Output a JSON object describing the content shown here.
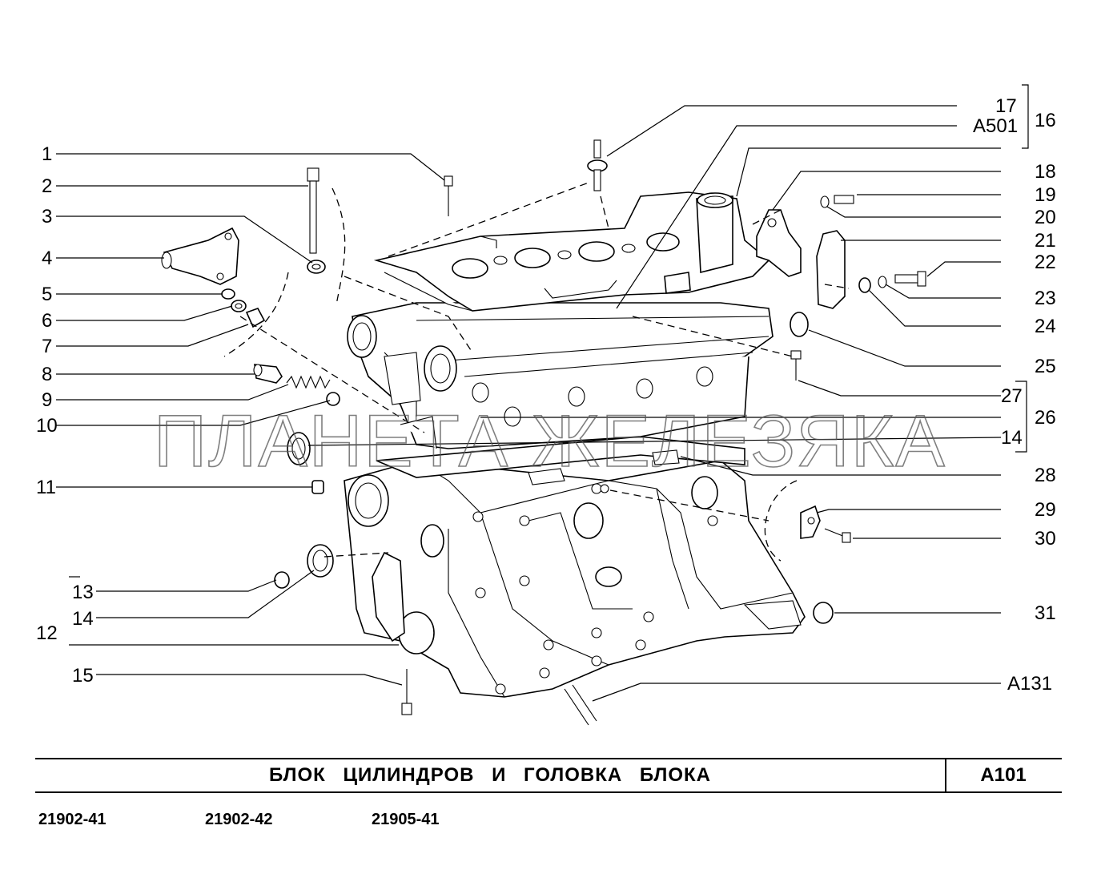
{
  "title": "БЛОК ЦИЛИНДРОВ И ГОЛОВКА БЛОКА",
  "code": "А101",
  "watermark": "ПЛАНЕТА ЖЕЛЕЗЯКА",
  "models": [
    "21902-41",
    "21902-42",
    "21905-41"
  ],
  "callouts_left": [
    "1",
    "2",
    "3",
    "4",
    "5",
    "6",
    "7",
    "8",
    "9",
    "10",
    "11",
    "12",
    "13",
    "14",
    "15"
  ],
  "callouts_right": [
    "17",
    "А501",
    "16",
    "18",
    "19",
    "20",
    "21",
    "22",
    "23",
    "24",
    "25",
    "27",
    "26",
    "14",
    "28",
    "29",
    "30",
    "31",
    "А131"
  ]
}
